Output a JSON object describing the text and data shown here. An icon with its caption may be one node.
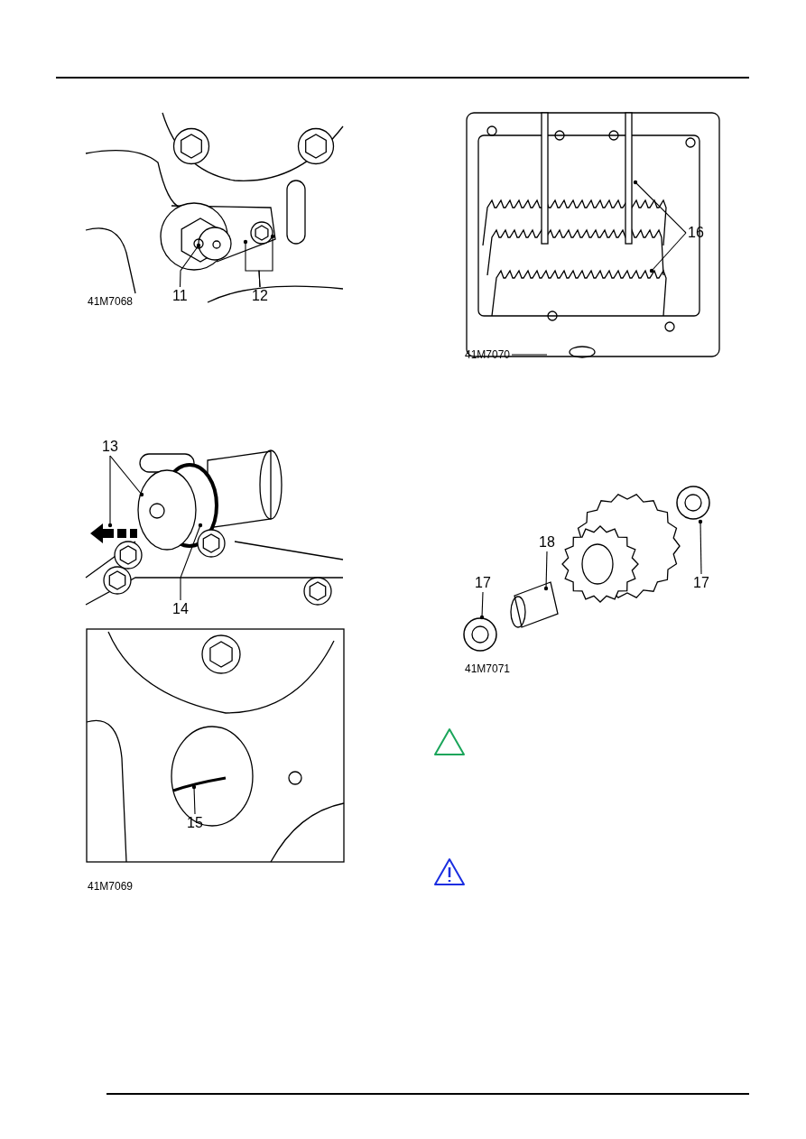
{
  "diagram": {
    "nodes": [
      {
        "text": [
          "11"
        ]
      },
      {
        "text": [
          "12"
        ]
      },
      {
        "text": [
          "13"
        ]
      },
      {
        "text": [
          "14"
        ]
      },
      {
        "text": [
          "15"
        ]
      },
      {
        "text": [
          "16"
        ]
      },
      {
        "text": [
          "41M7070"
        ]
      },
      {
        "text": [
          "18"
        ]
      },
      {
        "text": [
          "17"
        ]
      },
      {
        "text": [
          "17"
        ]
      }
    ],
    "edges": [
      {
        "from": 0,
        "to": null,
        "arrow": "other"
      },
      {
        "from": 1,
        "to": null,
        "arrow": "other"
      },
      {
        "from": 1,
        "to": null,
        "arrow": "other"
      },
      {
        "from": 2,
        "to": null,
        "arrow": "other"
      },
      {
        "from": 2,
        "to": null,
        "arrow": "other"
      },
      {
        "from": 3,
        "to": null,
        "arrow": "other"
      },
      {
        "from": 4,
        "to": null,
        "arrow": "other"
      },
      {
        "from": 5,
        "to": null,
        "arrow": "other"
      },
      {
        "from": 5,
        "to": null,
        "arrow": "other"
      },
      {
        "from": 6,
        "to": null,
        "arrow": "none"
      },
      {
        "from": 7,
        "to": null,
        "arrow": "other"
      },
      {
        "from": 8,
        "to": null,
        "arrow": "other"
      },
      {
        "from": 9,
        "to": null,
        "arrow": "other"
      }
    ],
    "labels": [
      "41M7068",
      "41M7069",
      "41M7071"
    ]
  }
}
